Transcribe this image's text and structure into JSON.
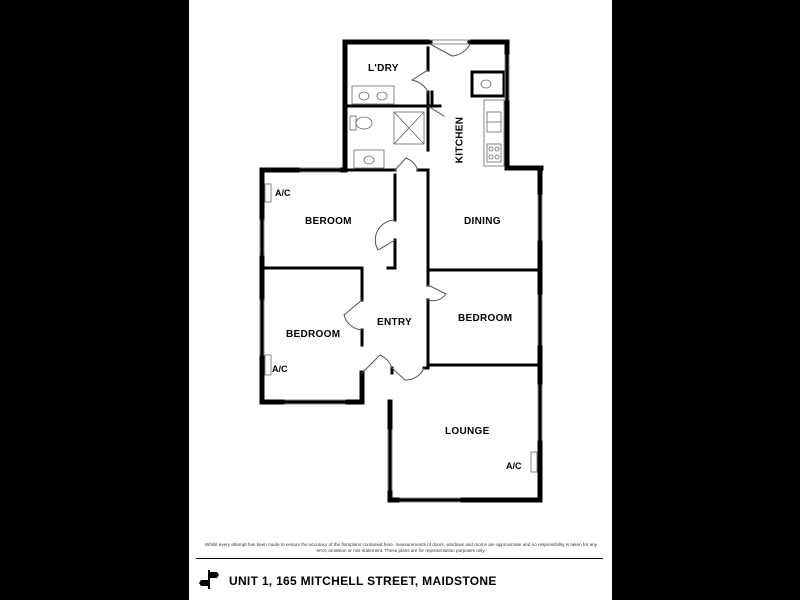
{
  "rooms": {
    "laundry": "L'DRY",
    "kitchen": "KITCHEN",
    "bedroom_1": "BEROOM",
    "dining": "DINING",
    "entry": "ENTRY",
    "bedroom_2": "BEDROOM",
    "bedroom_3": "BEDROOM",
    "lounge": "LOUNGE"
  },
  "ac_labels": {
    "bedroom_1": "A/C",
    "bedroom_3": "A/C",
    "lounge": "A/C"
  },
  "disclaimer": "Whilst every attempt has been made to ensure the accuracy of the floorplans contained here, measurements of doors, windows and rooms are approximate and no responsibility is taken for any error, omission or mis-statement. These plans are for representation purposes only.",
  "address": "UNIT 1, 165 MITCHELL STREET, MAIDSTONE",
  "icons": [
    "compass-icon",
    "toilet-icon",
    "shower-icon",
    "sink-icon",
    "stove-icon",
    "ac-unit-icon"
  ]
}
